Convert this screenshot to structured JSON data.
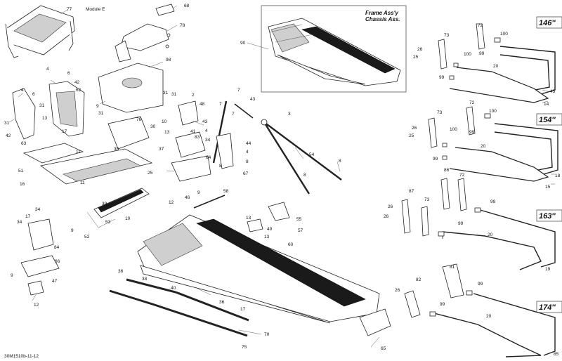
{
  "module_label": "Module E",
  "frame_title_line1": "Frame Ass'y",
  "frame_title_line2": "Chassis Ass.",
  "drawing_code": "30M1510b-11-12",
  "size_labels": [
    "146''",
    "154''",
    "163''",
    "174''"
  ],
  "callouts": [
    {
      "id": "c77",
      "text": "77"
    },
    {
      "id": "c68",
      "text": "68"
    },
    {
      "id": "c78",
      "text": "78"
    },
    {
      "id": "c90",
      "text": "90"
    },
    {
      "id": "c4a",
      "text": "4"
    },
    {
      "id": "c6a",
      "text": "6"
    },
    {
      "id": "c42a",
      "text": "42"
    },
    {
      "id": "c62",
      "text": "62"
    },
    {
      "id": "c4b",
      "text": "4"
    },
    {
      "id": "c6b",
      "text": "6"
    },
    {
      "id": "c31a",
      "text": "31"
    },
    {
      "id": "c13a",
      "text": "13"
    },
    {
      "id": "c31b",
      "text": "31"
    },
    {
      "id": "c17a",
      "text": "17"
    },
    {
      "id": "c42b",
      "text": "42"
    },
    {
      "id": "c63",
      "text": "63"
    },
    {
      "id": "c98",
      "text": "98"
    },
    {
      "id": "c9a",
      "text": "9"
    },
    {
      "id": "c31c",
      "text": "31"
    },
    {
      "id": "c31d",
      "text": "31"
    },
    {
      "id": "c31e",
      "text": "31"
    },
    {
      "id": "c2",
      "text": "2"
    },
    {
      "id": "c48",
      "text": "48"
    },
    {
      "id": "c10a",
      "text": "10"
    },
    {
      "id": "c13b",
      "text": "13"
    },
    {
      "id": "c76",
      "text": "76"
    },
    {
      "id": "c30a",
      "text": "30"
    },
    {
      "id": "c30b",
      "text": "30"
    },
    {
      "id": "c41",
      "text": "41"
    },
    {
      "id": "c83",
      "text": "83"
    },
    {
      "id": "c37",
      "text": "37"
    },
    {
      "id": "c34a",
      "text": "34"
    },
    {
      "id": "c11a",
      "text": "11"
    },
    {
      "id": "c51",
      "text": "51"
    },
    {
      "id": "c16",
      "text": "16"
    },
    {
      "id": "c25",
      "text": "25"
    },
    {
      "id": "c64",
      "text": "64"
    },
    {
      "id": "c11b",
      "text": "11"
    },
    {
      "id": "c39",
      "text": "39"
    },
    {
      "id": "c46",
      "text": "46"
    },
    {
      "id": "c9b",
      "text": "9"
    },
    {
      "id": "c12a",
      "text": "12"
    },
    {
      "id": "c53",
      "text": "53"
    },
    {
      "id": "c10b",
      "text": "10"
    },
    {
      "id": "c52",
      "text": "52"
    },
    {
      "id": "c58",
      "text": "58"
    },
    {
      "id": "c7a",
      "text": "7"
    },
    {
      "id": "c7b",
      "text": "7"
    },
    {
      "id": "c43a",
      "text": "43"
    },
    {
      "id": "c7c",
      "text": "7"
    },
    {
      "id": "c43b",
      "text": "43"
    },
    {
      "id": "c3",
      "text": "3"
    },
    {
      "id": "c4c",
      "text": "4"
    },
    {
      "id": "c44",
      "text": "44"
    },
    {
      "id": "c4d",
      "text": "4"
    },
    {
      "id": "c8a",
      "text": "8"
    },
    {
      "id": "c8b",
      "text": "8"
    },
    {
      "id": "c67",
      "text": "67"
    },
    {
      "id": "c54",
      "text": "54"
    },
    {
      "id": "c8c",
      "text": "8"
    },
    {
      "id": "c8d",
      "text": "8"
    },
    {
      "id": "c55",
      "text": "55"
    },
    {
      "id": "c49",
      "text": "49"
    },
    {
      "id": "c57",
      "text": "57"
    },
    {
      "id": "c13c",
      "text": "13"
    },
    {
      "id": "c13d",
      "text": "13"
    },
    {
      "id": "c60",
      "text": "60"
    },
    {
      "id": "c34b",
      "text": "34"
    },
    {
      "id": "c17b",
      "text": "17"
    },
    {
      "id": "c34c",
      "text": "34"
    },
    {
      "id": "c9c",
      "text": "9"
    },
    {
      "id": "c84",
      "text": "84"
    },
    {
      "id": "c66",
      "text": "66"
    },
    {
      "id": "c9d",
      "text": "9"
    },
    {
      "id": "c47",
      "text": "47"
    },
    {
      "id": "c12b",
      "text": "12"
    },
    {
      "id": "c36a",
      "text": "36"
    },
    {
      "id": "c38",
      "text": "38"
    },
    {
      "id": "c40",
      "text": "40"
    },
    {
      "id": "c36b",
      "text": "36"
    },
    {
      "id": "c17c",
      "text": "17"
    },
    {
      "id": "c70",
      "text": "70"
    },
    {
      "id": "c75",
      "text": "75"
    },
    {
      "id": "c65",
      "text": "65"
    },
    {
      "id": "r73a",
      "text": "73"
    },
    {
      "id": "r72a",
      "text": "72"
    },
    {
      "id": "r100a",
      "text": "100"
    },
    {
      "id": "r26a",
      "text": "26"
    },
    {
      "id": "r25a",
      "text": "25"
    },
    {
      "id": "r100b",
      "text": "100"
    },
    {
      "id": "r99a",
      "text": "99"
    },
    {
      "id": "r20a",
      "text": "20"
    },
    {
      "id": "r99b",
      "text": "99"
    },
    {
      "id": "r45",
      "text": "45"
    },
    {
      "id": "r14",
      "text": "14"
    },
    {
      "id": "r72b",
      "text": "72"
    },
    {
      "id": "r73b",
      "text": "73"
    },
    {
      "id": "r100c",
      "text": "100"
    },
    {
      "id": "r26b",
      "text": "26"
    },
    {
      "id": "r25b",
      "text": "25"
    },
    {
      "id": "r100d",
      "text": "100"
    },
    {
      "id": "r99c",
      "text": "99"
    },
    {
      "id": "r20b",
      "text": "20"
    },
    {
      "id": "r99d",
      "text": "99"
    },
    {
      "id": "r18",
      "text": "18"
    },
    {
      "id": "r15",
      "text": "15"
    },
    {
      "id": "r86",
      "text": "86"
    },
    {
      "id": "r72c",
      "text": "72"
    },
    {
      "id": "r87",
      "text": "87"
    },
    {
      "id": "r73c",
      "text": "73"
    },
    {
      "id": "r26c",
      "text": "26"
    },
    {
      "id": "r26d",
      "text": "26"
    },
    {
      "id": "r99e",
      "text": "99"
    },
    {
      "id": "r99f",
      "text": "99"
    },
    {
      "id": "r20c",
      "text": "20"
    },
    {
      "id": "r19",
      "text": "19"
    },
    {
      "id": "r81",
      "text": "81"
    },
    {
      "id": "r82",
      "text": "82"
    },
    {
      "id": "r26e",
      "text": "26"
    },
    {
      "id": "r99g",
      "text": "99"
    },
    {
      "id": "r99h",
      "text": "99"
    },
    {
      "id": "r20d",
      "text": "20"
    },
    {
      "id": "r85",
      "text": "85"
    }
  ]
}
